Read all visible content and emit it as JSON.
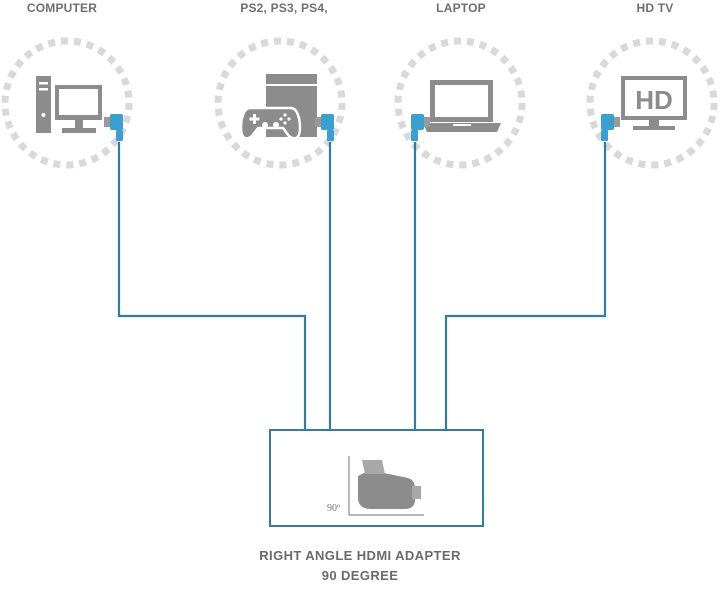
{
  "devices": [
    {
      "label": "COMPUTER",
      "icon": "desktop-computer-icon"
    },
    {
      "label": "PS2, PS3, PS4,",
      "icon": "game-console-icon"
    },
    {
      "label": "LAPTOP",
      "icon": "laptop-icon"
    },
    {
      "label": "HD TV",
      "icon": "hdtv-icon",
      "screen_text": "HD"
    }
  ],
  "adapter": {
    "icon": "right-angle-hdmi-adapter-icon",
    "angle_label": "90º"
  },
  "caption": {
    "line1": "RIGHT ANGLE HDMI ADAPTER",
    "line2": "90 DEGREE"
  },
  "colors": {
    "cable": "#2e7ea3",
    "connector": "#3a9fd1",
    "icon_gray": "#8c8c8c",
    "dashed_circle": "#d9d9d9",
    "label": "#6f6f6f"
  }
}
